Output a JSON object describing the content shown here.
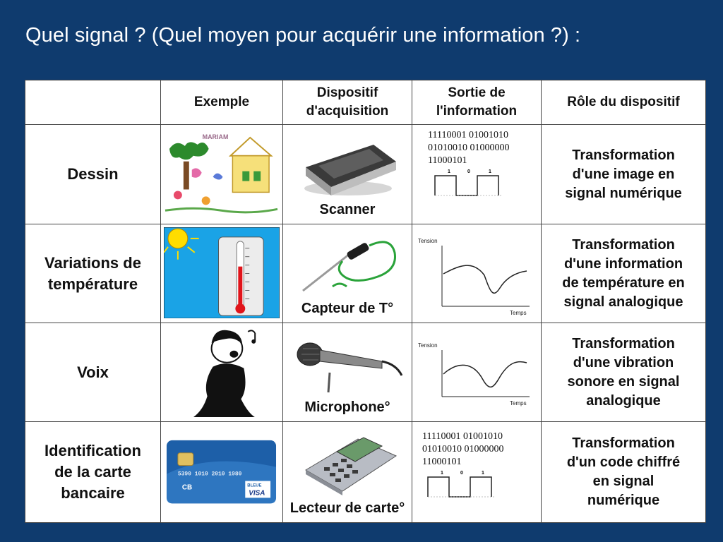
{
  "title": "Quel signal ? (Quel moyen pour acquérir une  information ?) :",
  "headers": {
    "blank": "",
    "exemple": "Exemple",
    "dispositif_l1": "Dispositif",
    "dispositif_l2": "d'acquisition",
    "sortie_l1": "Sortie de",
    "sortie_l2": "l'information",
    "role": "Rôle du dispositif"
  },
  "rows": [
    {
      "label_l1": "Dessin",
      "label_l2": "",
      "label_l3": "",
      "device": "Scanner",
      "output": "digital",
      "bits": [
        "11110001 01001010",
        "01010010 01000000",
        "11000101"
      ],
      "bit_labels": [
        "1",
        "0",
        "1"
      ],
      "role": [
        "Transformation",
        "d'une image en",
        "signal numérique"
      ],
      "drawing_text": "MARIAM"
    },
    {
      "label_l1": "Variations de",
      "label_l2": "température",
      "label_l3": "",
      "device": "Capteur de T°",
      "output": "analog",
      "axis_y": "Tension",
      "axis_x": "Temps",
      "role": [
        "Transformation",
        "d'une information",
        "de température en",
        "signal analogique"
      ]
    },
    {
      "label_l1": "Voix",
      "label_l2": "",
      "label_l3": "",
      "device": "Microphone°",
      "output": "analog",
      "axis_y": "Tension",
      "axis_x": "Temps",
      "role": [
        "Transformation",
        "d'une vibration",
        "sonore en signal",
        "analogique"
      ]
    },
    {
      "label_l1": "Identification",
      "label_l2": "de la carte",
      "label_l3": "bancaire",
      "device": "Lecteur de carte°",
      "output": "digital",
      "bits": [
        "11110001 01001010",
        "01010010 01000000",
        "11000101"
      ],
      "bit_labels": [
        "1",
        "0",
        "1"
      ],
      "role": [
        "Transformation",
        "d'un code chiffré",
        "en signal",
        "numérique"
      ],
      "card_text": {
        "number": "5390 1010 2010 1980",
        "brand_top": "BLEUE",
        "brand": "VISA",
        "cb": "CB"
      }
    }
  ],
  "colors": {
    "background": "#0f3b6e",
    "sky": "#1aa3e6",
    "sun": "#ffdd00",
    "thermo_red": "#e0141a",
    "card_blue": "#1d5fa8"
  }
}
